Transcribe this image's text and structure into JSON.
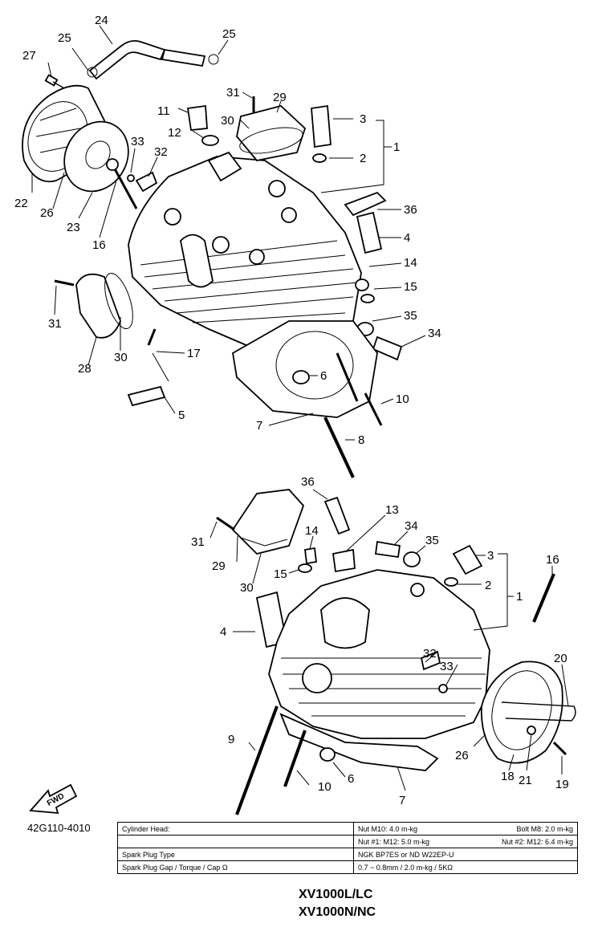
{
  "callouts": {
    "top": [
      "24",
      "25",
      "25",
      "27",
      "31",
      "29",
      "11",
      "12",
      "30",
      "3",
      "2",
      "1",
      "33",
      "32",
      "22",
      "26",
      "23",
      "16",
      "36",
      "4",
      "14",
      "15",
      "31",
      "35",
      "34",
      "30",
      "28",
      "17",
      "6",
      "10",
      "7",
      "5",
      "8"
    ],
    "bottom": [
      "36",
      "13",
      "31",
      "14",
      "34",
      "35",
      "3",
      "16",
      "29",
      "30",
      "15",
      "2",
      "1",
      "4",
      "32",
      "33",
      "20",
      "9",
      "26",
      "10",
      "6",
      "18",
      "21",
      "19",
      "7"
    ]
  },
  "fwd_label": "FWD",
  "doc_number": "42G110-4010",
  "spec_table": {
    "rows": [
      {
        "label": "Cylinder Head:",
        "left": "Nut M10: 4.0 m-kg",
        "right": "Bolt M8: 2.0 m-kg"
      },
      {
        "label": "",
        "left": "Nut #1: M12: 5.0 m-kg",
        "right": "Nut #2: M12: 6.4 m-kg"
      },
      {
        "label": "Spark Plug Type",
        "left": "NGK BP7ES or ND W22EP-U",
        "right": ""
      },
      {
        "label": "Spark Plug Gap / Torque / Cap Ω",
        "left": "0.7 ~ 0.8mm / 2.0 m-kg / 5KΩ",
        "right": ""
      }
    ]
  },
  "models": [
    "XV1000L/LC",
    "XV1000N/NC"
  ]
}
